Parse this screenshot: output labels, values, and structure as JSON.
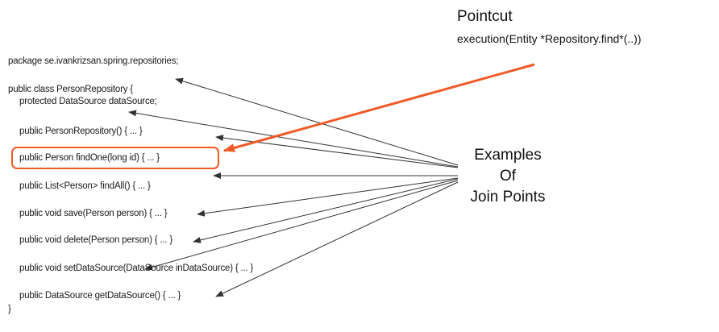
{
  "pointcut": {
    "title": "Pointcut",
    "expression": "execution(Entity *Repository.find*(..))"
  },
  "join_points_label": [
    "Examples",
    "Of",
    "Join Points"
  ],
  "code_lines": [
    "package se.ivankrizsan.spring.repositories;",
    "public class PersonRepository {",
    "protected DataSource dataSource;",
    "public PersonRepository() { ... }",
    "public Person findOne(long id) { ... }",
    "public List<Person> findAll() { ... }",
    "public void save(Person person) { ... }",
    "public void delete(Person person) { ... }",
    "public void setDataSource(DataSource inDataSource) { ... }",
    "public DataSource getDataSource() { ... }",
    "}"
  ],
  "colors": {
    "accent": "#f05a28",
    "arrow": "#333333",
    "text": "#1a1a1a"
  }
}
